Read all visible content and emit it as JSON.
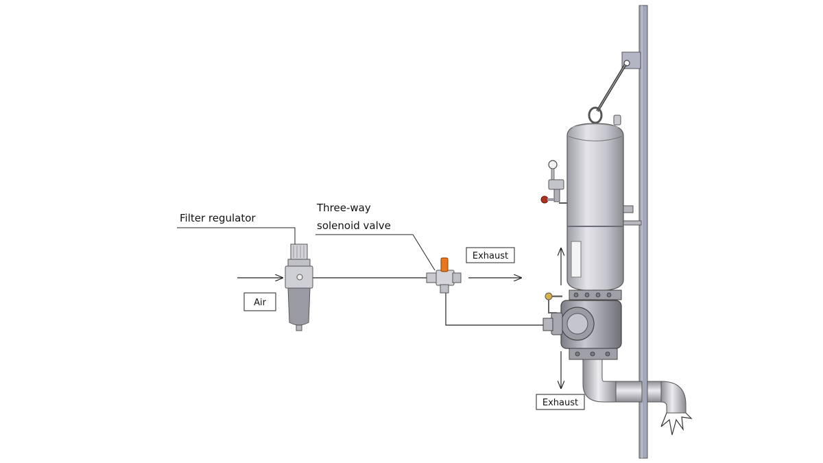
{
  "labels": {
    "filter_regulator": "Filter regulator",
    "solenoid_line1": "Three-way",
    "solenoid_line2": "solenoid valve",
    "air": "Air",
    "exhaust_top": "Exhaust",
    "exhaust_bottom": "Exhaust"
  },
  "colors": {
    "metal": "#c9c9cf",
    "metal_dark": "#8d8d95",
    "wall": "#a3a6b8",
    "handle_orange": "#e8761c",
    "knob_red": "#b0301f"
  }
}
